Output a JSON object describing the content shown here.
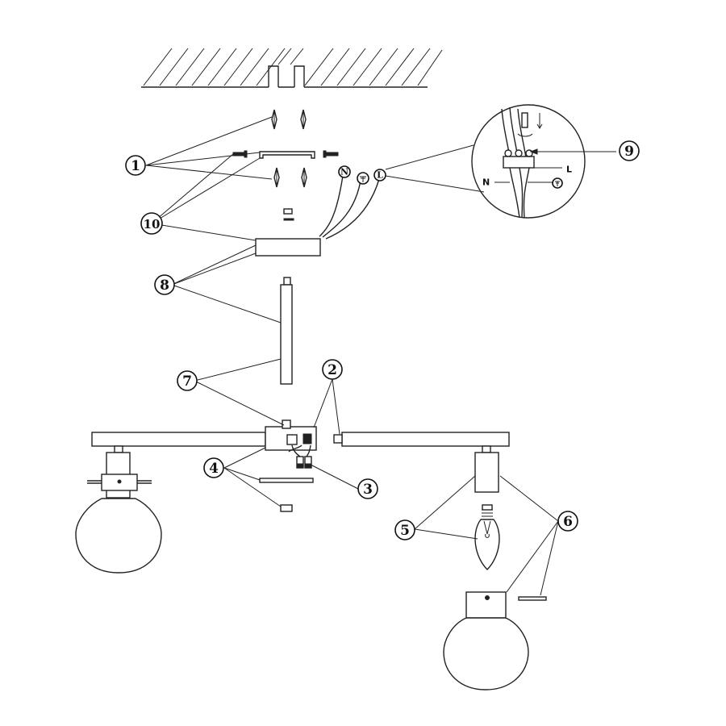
{
  "callouts": [
    "1",
    "2",
    "3",
    "4",
    "5",
    "6",
    "7",
    "8",
    "9",
    "10"
  ],
  "terminals": {
    "neutral": "N",
    "live": "L"
  },
  "detail": {
    "neutral_label": "N",
    "live_label": "L"
  }
}
